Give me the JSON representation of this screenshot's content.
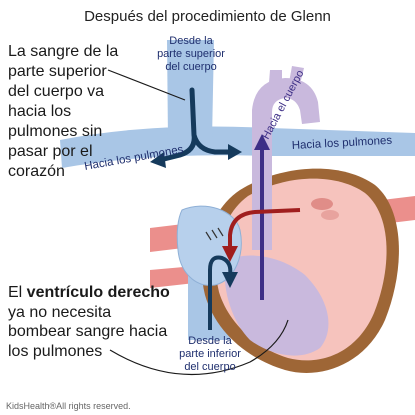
{
  "title": "Después del procedimiento de Glenn",
  "annotation_top": "La sangre de la parte superior del cuerpo va hacia los pulmones sin pasar por el corazón",
  "annotation_bottom": {
    "prefix": "El ",
    "bold": "ventrículo derecho",
    "suffix": " ya no necesita bombear sangre hacia los pulmones"
  },
  "labels": {
    "from_upper_line1": "Desde la",
    "from_upper_line2": "parte superior",
    "from_upper_line3": "del cuerpo",
    "to_lungs_left": "Hacia los pulmones",
    "to_lungs_right": "Hacia los pulmones",
    "to_body": "Hacia el cuerpo",
    "from_lower_line1": "Desde la",
    "from_lower_line2": "parte inferior",
    "from_lower_line3": "del cuerpo"
  },
  "copyright": "KidsHealth®All rights reserved.",
  "colors": {
    "vessel_blue": "#a9c6e6",
    "arrow_navy": "#153a5c",
    "aorta_lavender": "#c9b9dd",
    "arrow_purple": "#3d2f86",
    "heart_outer": "#9e6636",
    "heart_pink": "#f6c3bd",
    "artery_red": "#e06f6c",
    "arrow_red": "#a01e1e"
  }
}
